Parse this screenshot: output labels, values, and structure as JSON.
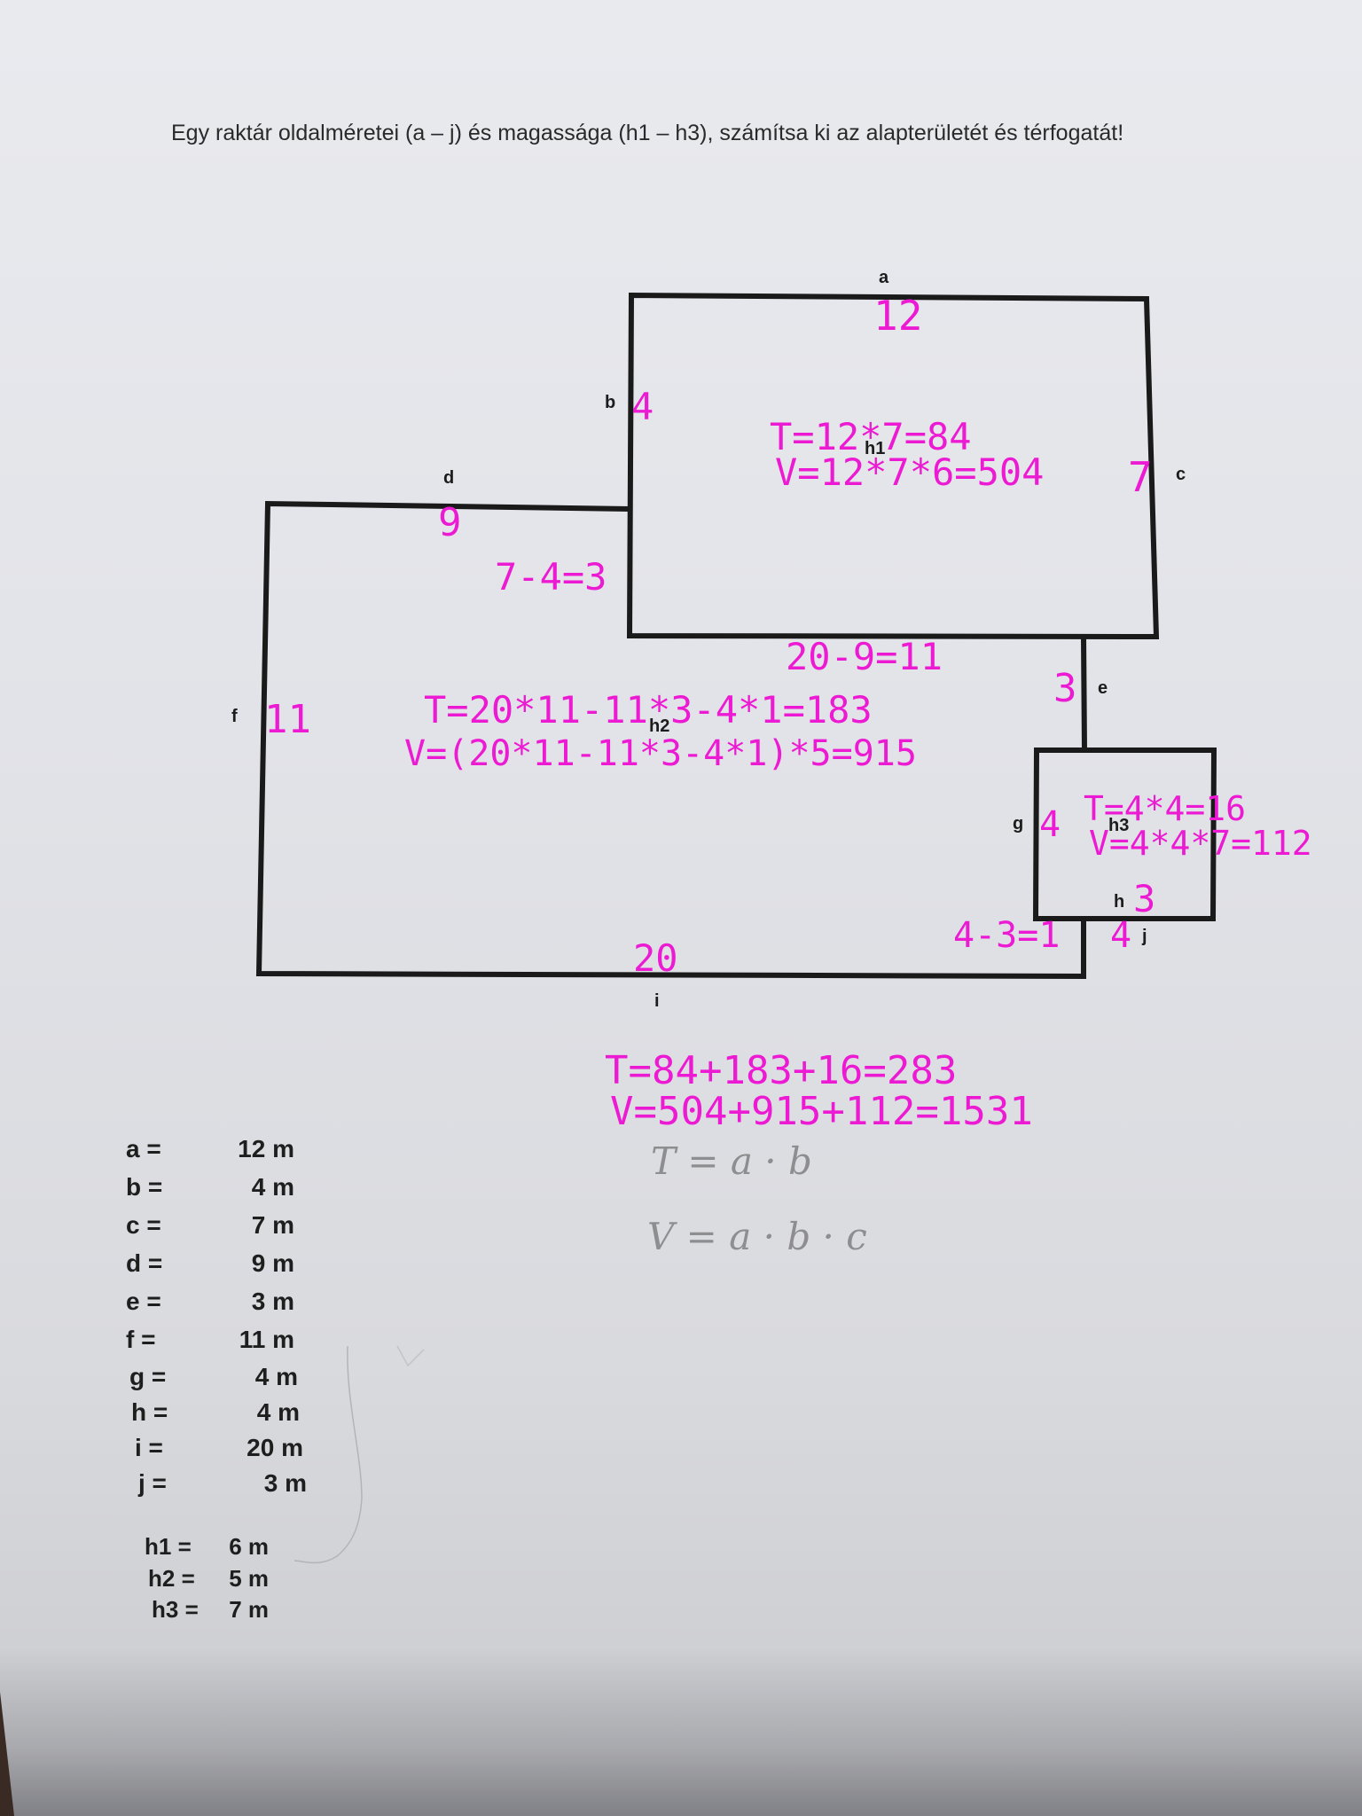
{
  "task": {
    "title": "Egy raktár oldalméretei (a – j) és magassága (h1 – h3), számítsa ki az alapterületét és térfogatát!"
  },
  "diagram_labels": {
    "a": "a",
    "b": "b",
    "c": "c",
    "d": "d",
    "e": "e",
    "f": "f",
    "g": "g",
    "h": "h",
    "i": "i",
    "j": "j",
    "h1": "h1",
    "h2": "h2",
    "h3": "h3"
  },
  "handwriting": {
    "a_val": "12",
    "b_val": "4",
    "c_val": "7",
    "d_val": "9",
    "b_calc": "7-4=3",
    "r1_area": "T=12*7=84",
    "r1_vol": "V=12*7*6=504",
    "bottom_calc": "20-9=11",
    "e_val": "3",
    "f_val": "11",
    "r2_area": "T=20*11-11*3-4*1=183",
    "r2_vol": "V=(20*11-11*3-4*1)*5=915",
    "g_val": "4",
    "r3_area": "T=4*4=16",
    "r3_vol": "V=4*4*7=112",
    "h_val": "3",
    "j_calc": "4-3=1",
    "j_val": "4",
    "i_val": "20",
    "total_area": "T=84+183+16=283",
    "total_vol": "V=504+915+112=1531"
  },
  "pencil_notes": {
    "formula_area": "T = a · b",
    "formula_volume": "V = a · b · c"
  },
  "values_list": [
    {
      "key": "a =",
      "value": "12 m"
    },
    {
      "key": "b =",
      "value": "4 m"
    },
    {
      "key": "c =",
      "value": "7 m"
    },
    {
      "key": "d =",
      "value": "9 m"
    },
    {
      "key": "e =",
      "value": "3 m"
    },
    {
      "key": "f =",
      "value": "11 m"
    },
    {
      "key": "g =",
      "value": "4 m"
    },
    {
      "key": "h =",
      "value": "4 m"
    },
    {
      "key": "i =",
      "value": "20 m"
    },
    {
      "key": "j =",
      "value": "3 m"
    }
  ],
  "heights_list": [
    {
      "key": "h1 =",
      "value": "6 m"
    },
    {
      "key": "h2 =",
      "value": "5 m"
    },
    {
      "key": "h3 =",
      "value": "7 m"
    }
  ],
  "colors": {
    "ink_handwriting": "#ec1ad2",
    "pencil": "#8e8e90",
    "outline": "#1a1a1a"
  }
}
